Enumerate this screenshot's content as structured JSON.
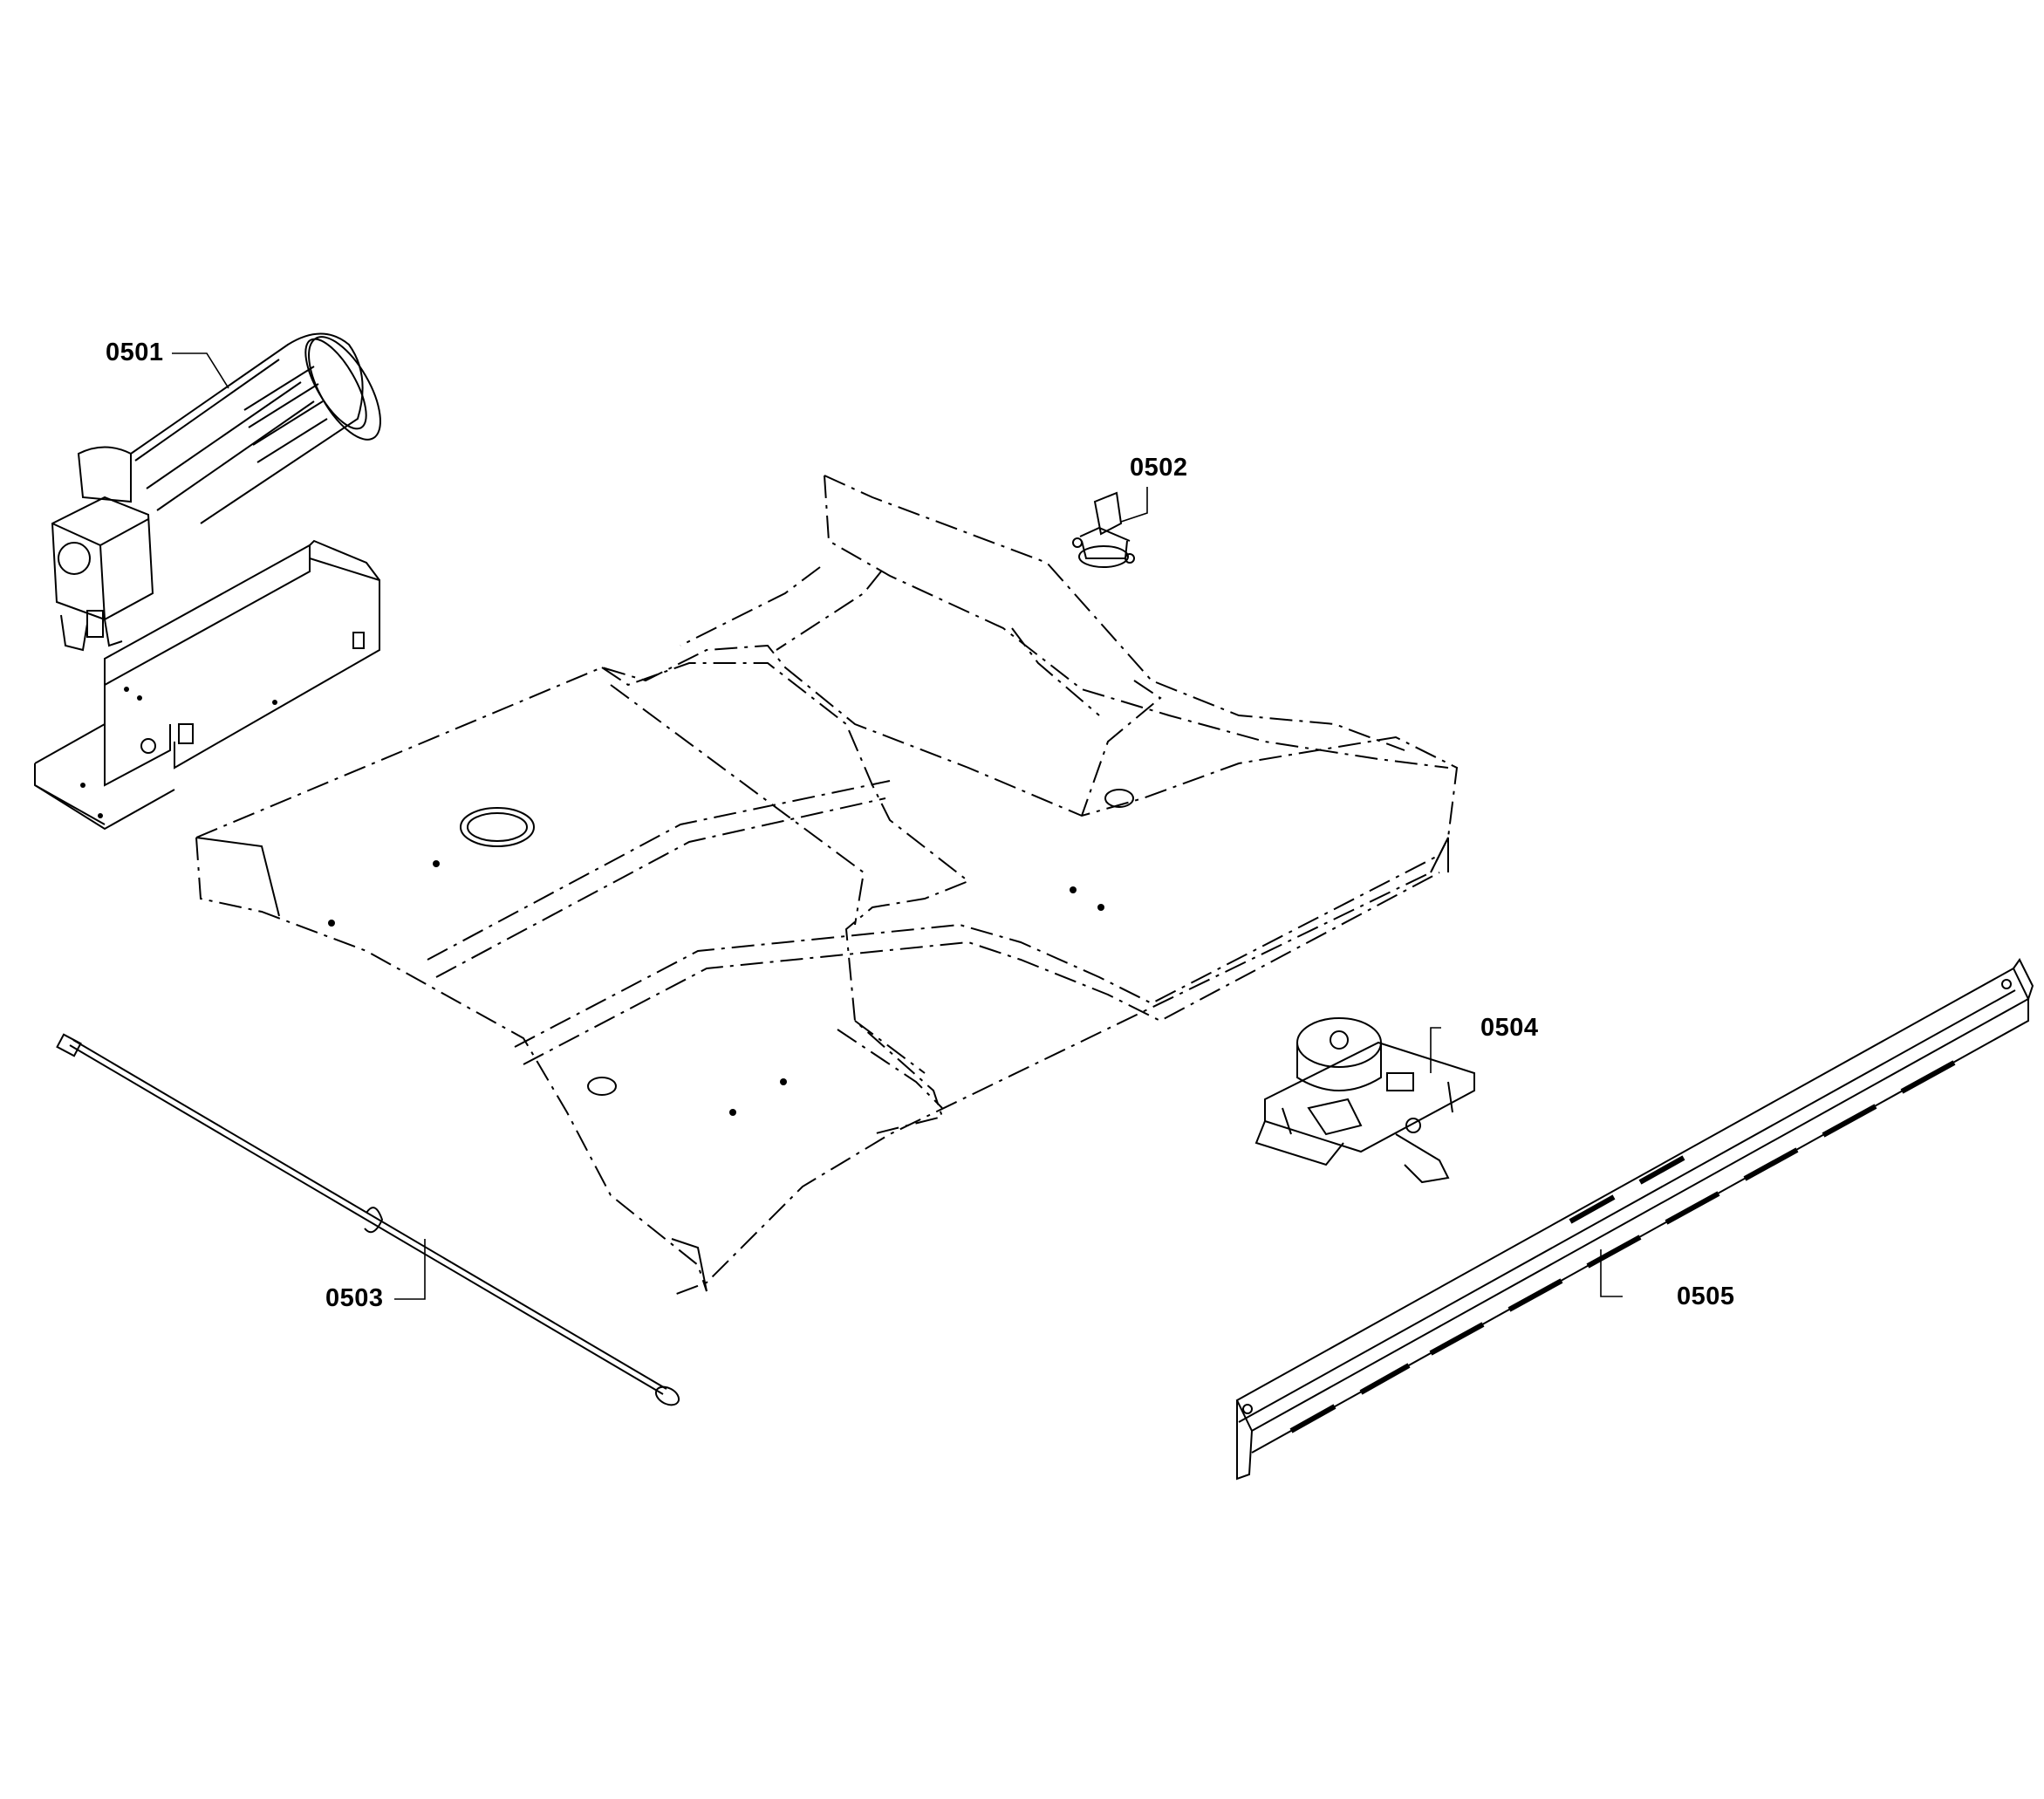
{
  "callouts": {
    "c0501": "0501",
    "c0502": "0502",
    "c0503": "0503",
    "c0504": "0504",
    "c0505": "0505"
  }
}
